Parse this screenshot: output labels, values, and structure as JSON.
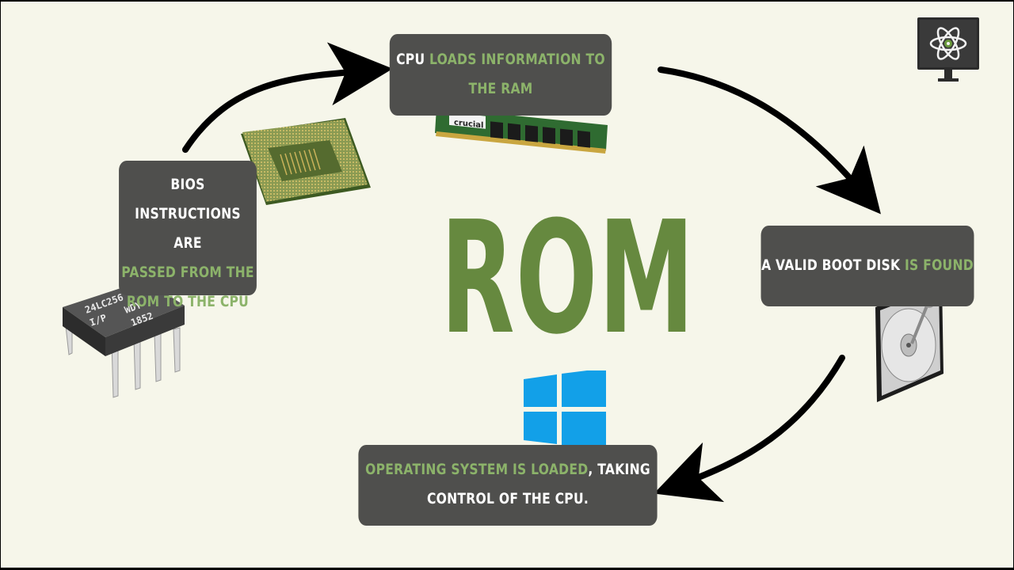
{
  "title": "ROM",
  "steps": [
    {
      "lines": [
        [
          {
            "text": "BIOS",
            "green": false
          }
        ],
        [
          {
            "text": "INSTRUCTIONS ARE",
            "green": false
          }
        ],
        [
          {
            "text": "PASSED FROM THE",
            "green": true
          }
        ],
        [
          {
            "text": "ROM TO THE CPU",
            "green": true
          }
        ]
      ]
    },
    {
      "lines": [
        [
          {
            "text": "CPU ",
            "green": false
          },
          {
            "text": "LOADS INFORMATION TO",
            "green": true
          }
        ],
        [
          {
            "text": "THE RAM",
            "green": true
          }
        ]
      ]
    },
    {
      "lines": [
        [
          {
            "text": "A VALID BOOT DISK ",
            "green": false
          },
          {
            "text": "IS FOUND",
            "green": true
          }
        ]
      ]
    },
    {
      "lines": [
        [
          {
            "text": "OPERATING SYSTEM IS LOADED",
            "green": true
          },
          {
            "text": ", TAKING",
            "green": false
          }
        ],
        [
          {
            "text": "CONTROL OF THE CPU.",
            "green": false
          }
        ]
      ]
    }
  ],
  "chip_labels": {
    "line1": "24LC256",
    "line2": "I/P",
    "line3": "WDY",
    "line4": "1852"
  },
  "ram_brand": "crucial",
  "colors": {
    "background": "#f6f6ea",
    "box": "#4f4f4d",
    "text": "#ffffff",
    "accent_green": "#8cb36a",
    "title_green": "#66893f",
    "windows_blue": "#12a0e8"
  },
  "icons": [
    "cpu-icon",
    "ram-icon",
    "eeprom-chip-icon",
    "hard-drive-icon",
    "windows-logo-icon",
    "atom-monitor-logo-icon"
  ]
}
